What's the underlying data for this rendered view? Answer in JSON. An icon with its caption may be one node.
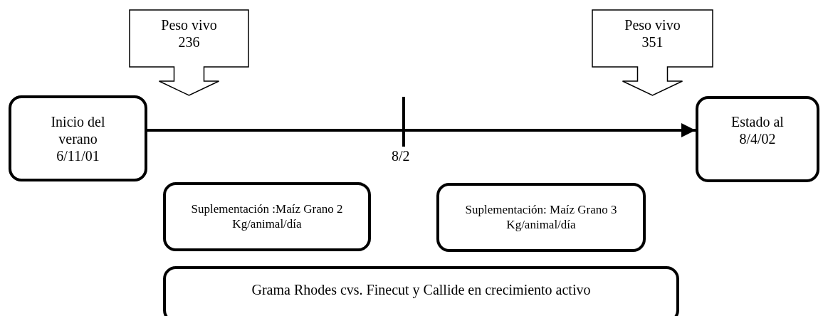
{
  "diagram": {
    "nodes": [
      {
        "text": [
          "Inicio del verano 6/11/01"
        ]
      },
      {
        "text": [
          "Peso vivo 236"
        ]
      },
      {
        "text": [
          "Peso vivo 351"
        ]
      },
      {
        "text": [
          "Estado al 8/4/02"
        ]
      },
      {
        "text": [
          "Suplementación :Maíz Grano 2 Kg/animal/día"
        ]
      },
      {
        "text": [
          "Suplementación: Maíz Grano 3 Kg/animal/día"
        ]
      },
      {
        "text": [
          "Grama Rhodes cvs. Finecut y Callide en crecimiento activo"
        ]
      }
    ],
    "edges": [
      {
        "from": 0,
        "to": 3,
        "arrow": "to"
      }
    ],
    "labels": [
      "8/2"
    ]
  }
}
